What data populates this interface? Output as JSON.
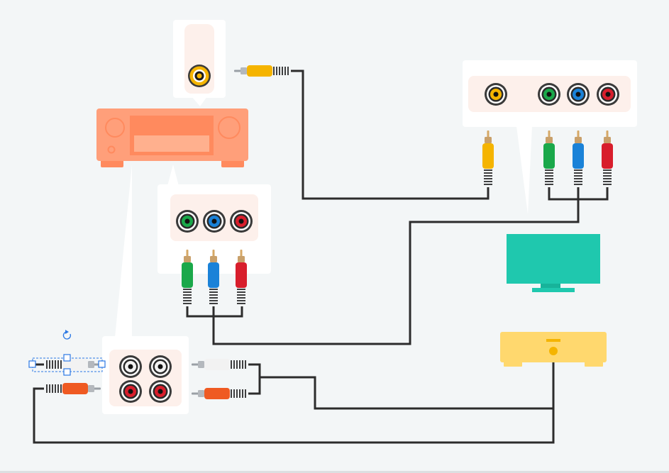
{
  "diagram": {
    "devices": [
      {
        "id": "av-receiver",
        "color": "#ff9f7a"
      },
      {
        "id": "tv",
        "color": "#1fc8ae"
      },
      {
        "id": "game-console",
        "color": "#ffd86e"
      }
    ],
    "jack_colors": {
      "yellow": "#f5b400",
      "green": "#1aa84a",
      "blue": "#1a82d8",
      "red": "#d81e2c",
      "white": "#f2f2f2",
      "orange": "#ef5a22"
    },
    "callout_background": "#fdf0eb",
    "cable_color": "#2c2c2c",
    "selection_color": "#2b78e4",
    "icons": [
      "rotate-handle-icon"
    ]
  }
}
